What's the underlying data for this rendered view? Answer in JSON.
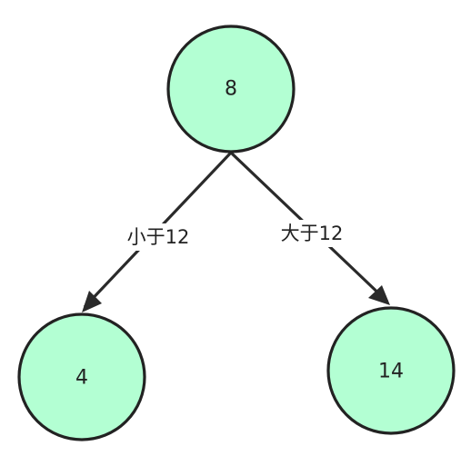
{
  "diagram": {
    "node_fill": "#b3ffd3",
    "node_stroke": "#222222",
    "edge_color": "#2a2a2a",
    "nodes": {
      "root": {
        "label": "8"
      },
      "left": {
        "label": "4"
      },
      "right": {
        "label": "14"
      }
    },
    "edges": {
      "left": {
        "label": "小于12"
      },
      "right": {
        "label": "大于12"
      }
    }
  }
}
